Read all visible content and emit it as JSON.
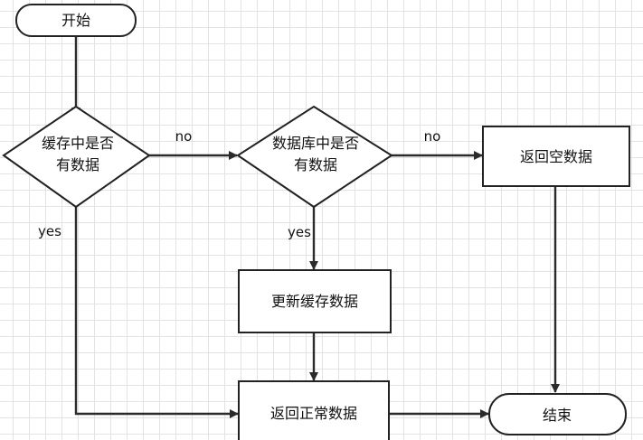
{
  "diagram": {
    "nodes": {
      "start": {
        "label": "开始"
      },
      "check_cache": {
        "line1": "缓存中是否",
        "line2": "有数据"
      },
      "check_db": {
        "line1": "数据库中是否",
        "line2": "有数据"
      },
      "return_empty": {
        "label": "返回空数据"
      },
      "update_cache": {
        "label": "更新缓存数据"
      },
      "return_normal": {
        "label": "返回正常数据"
      },
      "end": {
        "label": "结束"
      }
    },
    "edges": {
      "cache_no": {
        "label": "no"
      },
      "cache_yes": {
        "label": "yes"
      },
      "db_no": {
        "label": "no"
      },
      "db_yes": {
        "label": "yes"
      }
    }
  },
  "colors": {
    "stroke": "#222222",
    "arrow": "#2b2b2b",
    "grid": "#e3e3e3",
    "fill": "#ffffff"
  }
}
